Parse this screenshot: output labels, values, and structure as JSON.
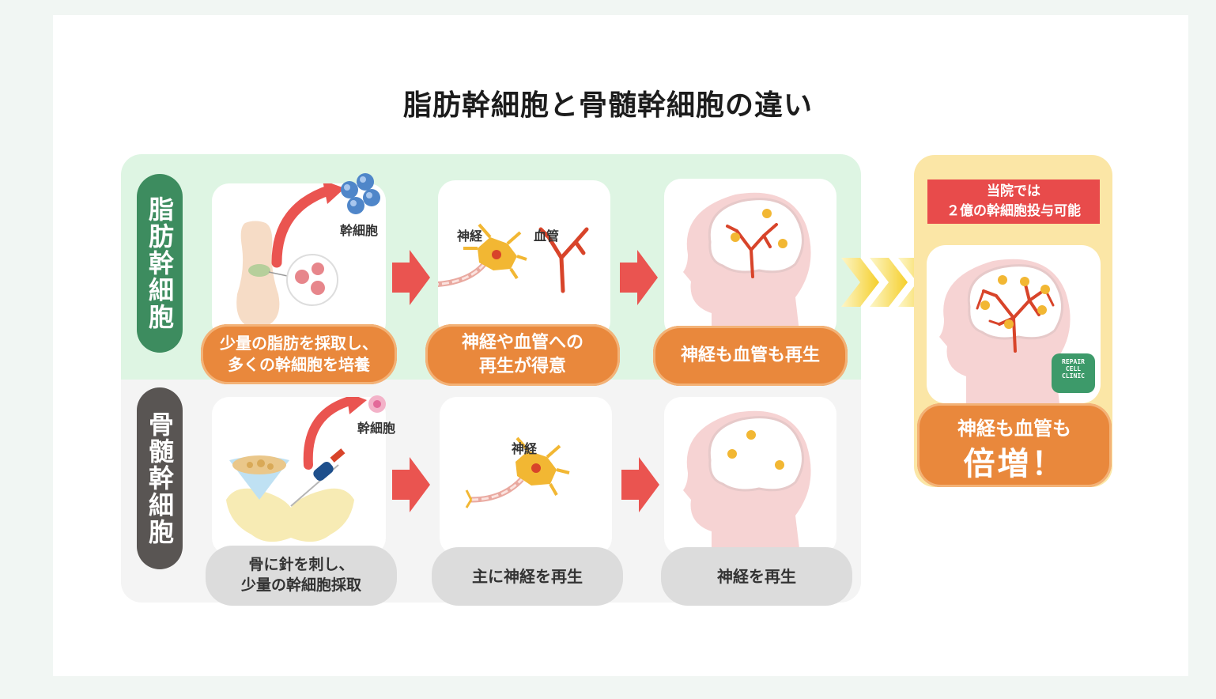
{
  "title": "脂肪幹細胞と骨髄幹細胞の違い",
  "rows": {
    "fat": {
      "label": "脂肪幹細胞",
      "step1_tag": "幹細胞",
      "step1_text": "少量の脂肪を採取し、\n多くの幹細胞を培養",
      "step2_tag_nerve": "神経",
      "step2_tag_vessel": "血管",
      "step2_text": "神経や血管への\n再生が得意",
      "step3_text": "神経も血管も再生"
    },
    "bone": {
      "label": "骨髄幹細胞",
      "step1_tag": "幹細胞",
      "step1_text": "骨に針を刺し、\n少量の幹細胞採取",
      "step2_tag_nerve": "神経",
      "step2_text": "主に神経を再生",
      "step3_text": "神経を再生"
    }
  },
  "clinic": {
    "banner_line1": "当院では",
    "banner_line2": "２億の幹細胞投与可能",
    "result_line1": "神経も血管も",
    "result_line2": "倍増！",
    "logo_line1": "REPAIR",
    "logo_line2": "CELL",
    "logo_line3": "CLINIC"
  },
  "colors": {
    "fat_green": "#3d8c5f",
    "bone_gray": "#595553",
    "accent_orange": "#e9883c",
    "arrow_red": "#ea5450",
    "banner_red": "#e84b4b",
    "neuron_yellow": "#f2b733",
    "vessel_red": "#d8442a"
  }
}
